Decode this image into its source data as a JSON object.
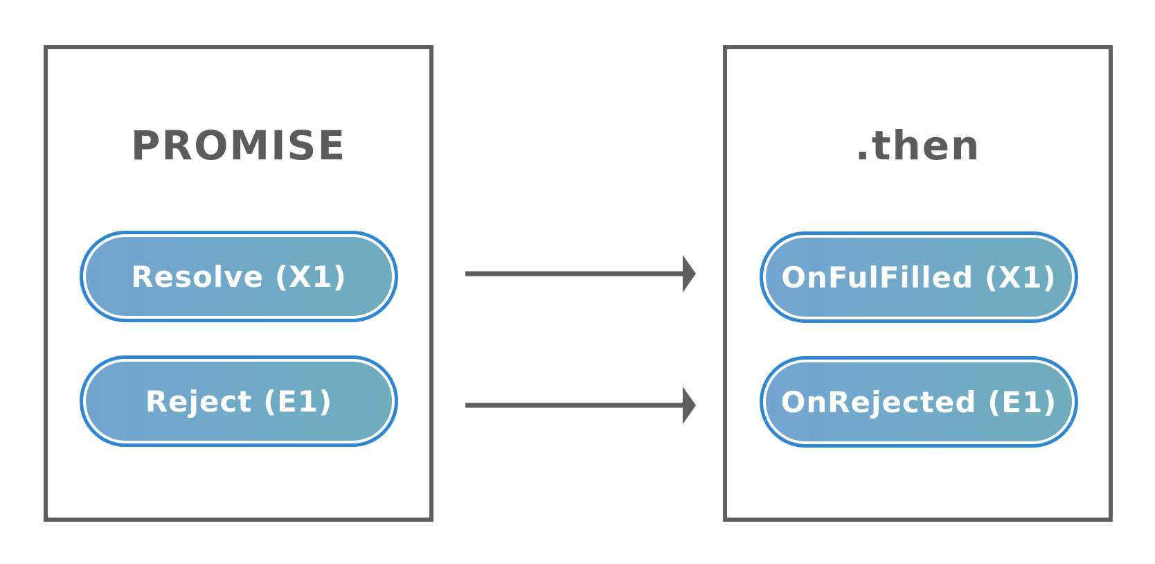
{
  "diagram": {
    "promise": {
      "title": "PROMISE",
      "items": [
        {
          "label": "Resolve (X1)"
        },
        {
          "label": "Reject (E1)"
        }
      ]
    },
    "then": {
      "title": ".then",
      "items": [
        {
          "label": "OnFulFilled (X1)"
        },
        {
          "label": "OnRejected (E1)"
        }
      ]
    },
    "edges": [
      {
        "from": "Resolve (X1)",
        "to": "OnFulFilled (X1)"
      },
      {
        "from": "Reject (E1)",
        "to": "OnRejected (E1)"
      }
    ]
  },
  "colors": {
    "border": "#5f5f5f",
    "title": "#5b5b5b",
    "pill_border": "#2f87d3",
    "pill_fill_start": "#74a5d2",
    "pill_fill_end": "#6fadbd",
    "pill_text": "#ffffff",
    "arrow": "#5f5f5f"
  }
}
